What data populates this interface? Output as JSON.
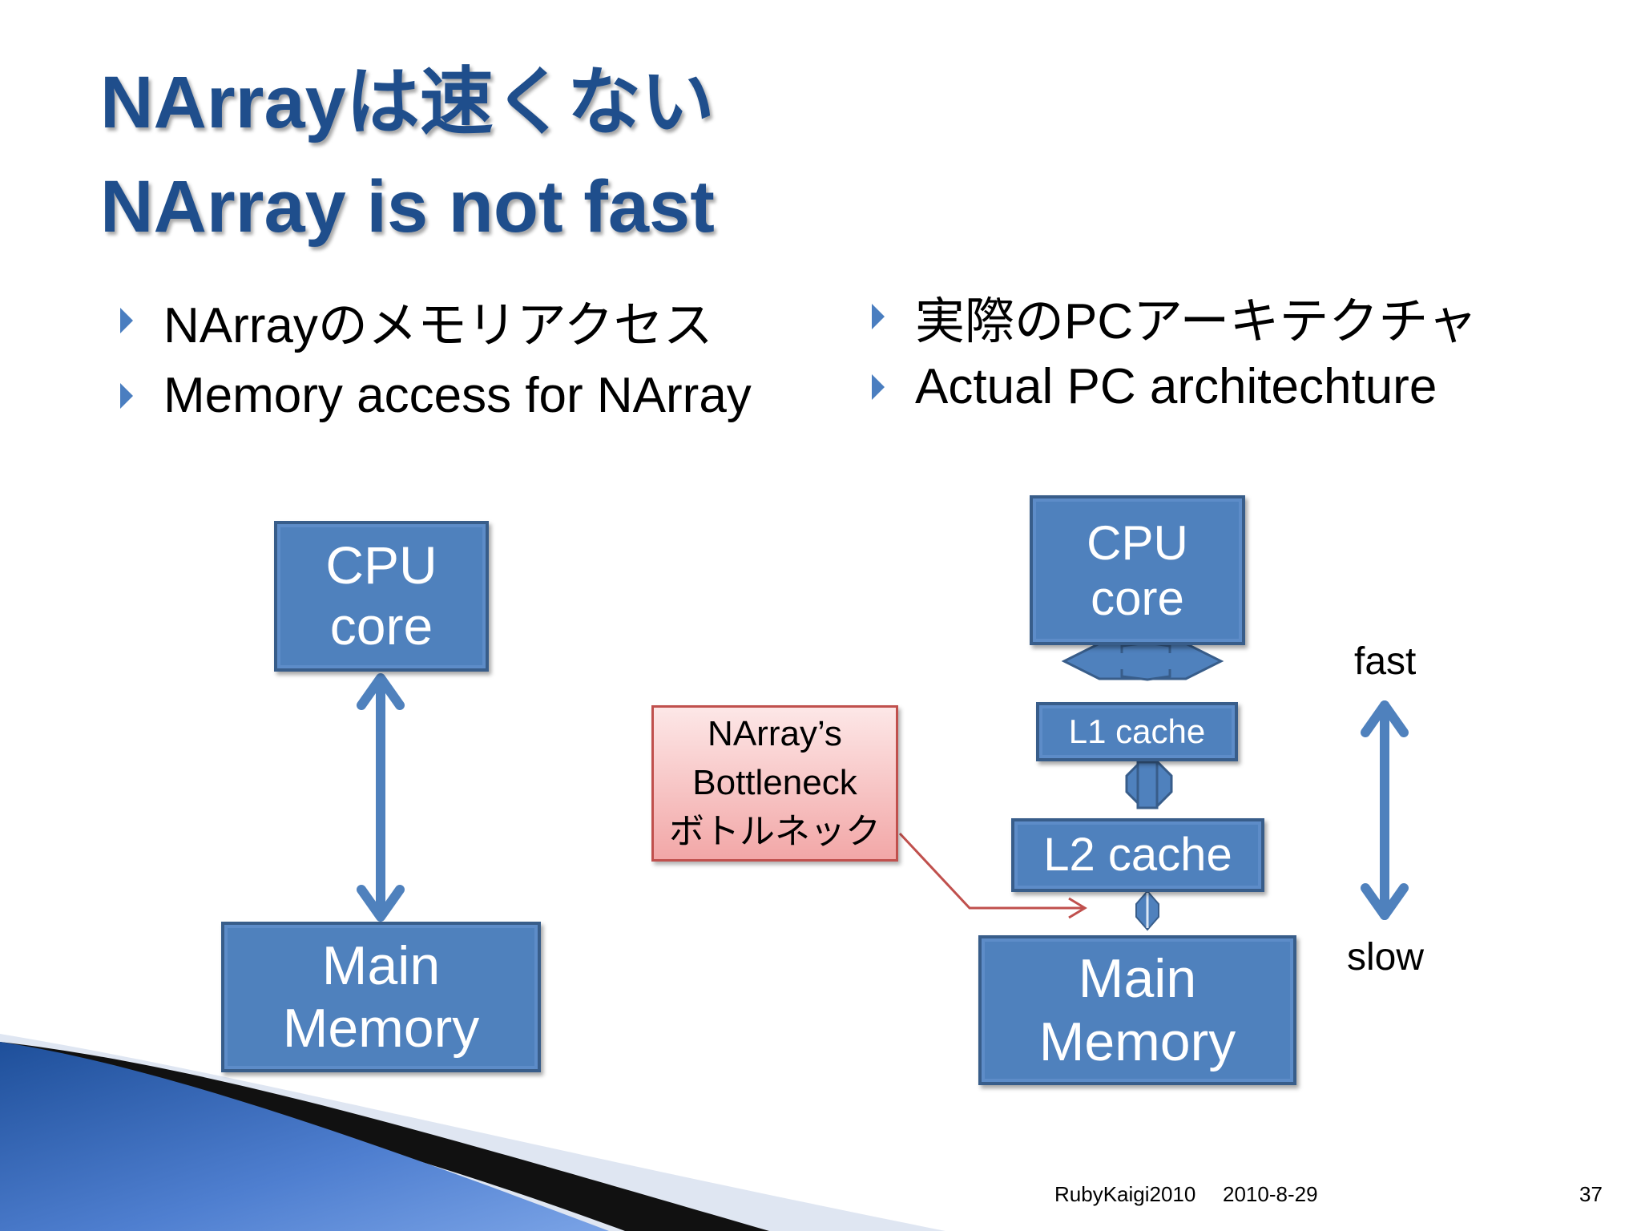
{
  "title": {
    "line1": "NArrayは速くない",
    "line2": "NArray is not fast"
  },
  "left_bullets": [
    "NArrayのメモリアクセス",
    "Memory access for NArray"
  ],
  "right_bullets": [
    "実際のPCアーキテクチャ",
    "Actual PC architechture"
  ],
  "left_diagram": {
    "cpu_line1": "CPU",
    "cpu_line2": "core",
    "memory_line1": "Main",
    "memory_line2": "Memory"
  },
  "right_diagram": {
    "cpu_line1": "CPU",
    "cpu_line2": "core",
    "l1": "L1 cache",
    "l2": "L2 cache",
    "memory_line1": "Main",
    "memory_line2": "Memory"
  },
  "bottleneck_note": {
    "line1": "NArray’s",
    "line2": "Bottleneck",
    "line3": "ボトルネック"
  },
  "speed_scale": {
    "top": "fast",
    "bottom": "slow"
  },
  "footer": {
    "event": "RubyKaigi2010",
    "date": "2010-8-29",
    "page": "37"
  },
  "colors": {
    "title": "#1f4e8c",
    "box_fill": "#4f81bd",
    "box_border": "#385d8a",
    "arrow": "#4f81bd",
    "note_border": "#c0504d"
  }
}
